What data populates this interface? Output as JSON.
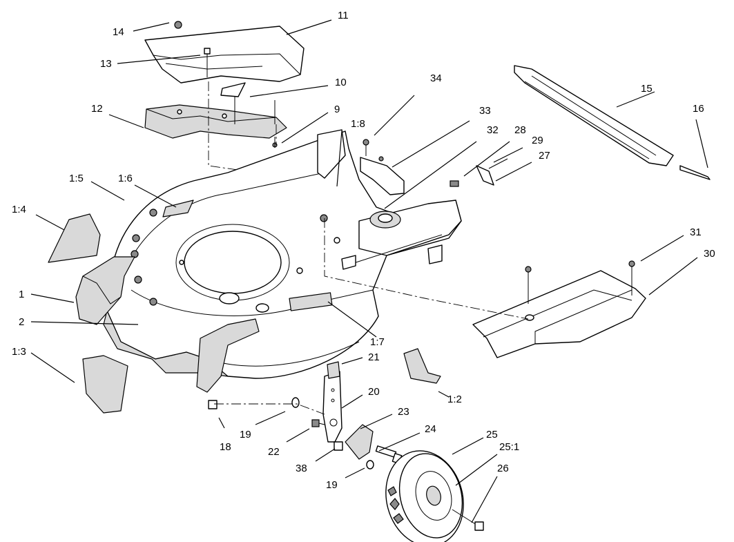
{
  "callouts": [
    {
      "id": "1",
      "text": "1"
    },
    {
      "id": "2",
      "text": "2"
    },
    {
      "id": "1_2",
      "text": "1:2"
    },
    {
      "id": "1_3",
      "text": "1:3"
    },
    {
      "id": "1_4",
      "text": "1:4"
    },
    {
      "id": "1_5",
      "text": "1:5"
    },
    {
      "id": "1_6",
      "text": "1:6"
    },
    {
      "id": "1_7",
      "text": "1:7"
    },
    {
      "id": "1_8",
      "text": "1:8"
    },
    {
      "id": "9",
      "text": "9"
    },
    {
      "id": "10",
      "text": "10"
    },
    {
      "id": "11",
      "text": "11"
    },
    {
      "id": "12",
      "text": "12"
    },
    {
      "id": "13",
      "text": "13"
    },
    {
      "id": "14",
      "text": "14"
    },
    {
      "id": "15",
      "text": "15"
    },
    {
      "id": "16",
      "text": "16"
    },
    {
      "id": "18",
      "text": "18"
    },
    {
      "id": "19a",
      "text": "19"
    },
    {
      "id": "19b",
      "text": "19"
    },
    {
      "id": "20",
      "text": "20"
    },
    {
      "id": "21",
      "text": "21"
    },
    {
      "id": "22",
      "text": "22"
    },
    {
      "id": "23",
      "text": "23"
    },
    {
      "id": "24",
      "text": "24"
    },
    {
      "id": "25",
      "text": "25"
    },
    {
      "id": "25_1",
      "text": "25:1"
    },
    {
      "id": "26",
      "text": "26"
    },
    {
      "id": "27",
      "text": "27"
    },
    {
      "id": "28",
      "text": "28"
    },
    {
      "id": "29",
      "text": "29"
    },
    {
      "id": "30",
      "text": "30"
    },
    {
      "id": "31",
      "text": "31"
    },
    {
      "id": "32",
      "text": "32"
    },
    {
      "id": "33",
      "text": "33"
    },
    {
      "id": "34",
      "text": "34"
    },
    {
      "id": "38",
      "text": "38"
    }
  ]
}
